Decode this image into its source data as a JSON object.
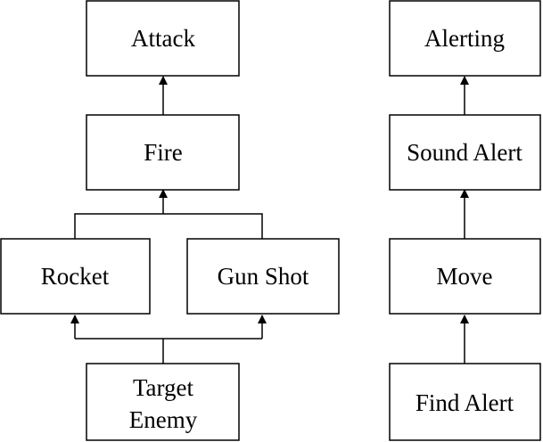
{
  "nodes": {
    "attack": "Attack",
    "fire": "Fire",
    "rocket": "Rocket",
    "gun_shot": "Gun Shot",
    "target_enemy_line1": "Target",
    "target_enemy_line2": "Enemy",
    "alerting": "Alerting",
    "sound_alert": "Sound Alert",
    "move": "Move",
    "find_alert": "Find Alert"
  },
  "edges": [
    {
      "from": "Fire",
      "to": "Attack"
    },
    {
      "from": "Rocket",
      "to": "Fire"
    },
    {
      "from": "Gun Shot",
      "to": "Fire"
    },
    {
      "from": "Target Enemy",
      "to": "Rocket"
    },
    {
      "from": "Target Enemy",
      "to": "Gun Shot"
    },
    {
      "from": "Sound Alert",
      "to": "Alerting"
    },
    {
      "from": "Move",
      "to": "Sound Alert"
    },
    {
      "from": "Find Alert",
      "to": "Move"
    }
  ],
  "colors": {
    "stroke": "#000000",
    "background": "#ffffff"
  }
}
